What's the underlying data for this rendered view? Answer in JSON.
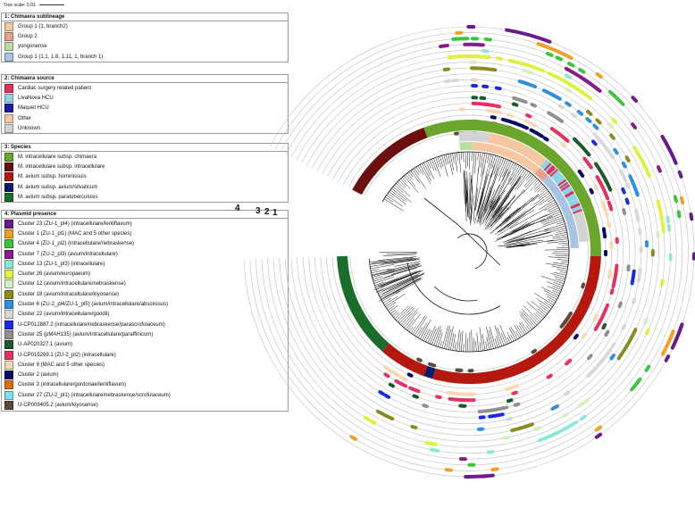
{
  "scale_label": "Tree scale: 0.01",
  "legends": [
    {
      "title": "1: Chimaera sublineage",
      "items": [
        {
          "label": "Group 1 (1, branch2)",
          "color": "#f5c7a0"
        },
        {
          "label": "Group 2",
          "color": "#e8a091"
        },
        {
          "label": "yongonense",
          "color": "#b8dfa0"
        },
        {
          "label": "Group 1 (1.1, 1.8, 1.11, 1, branch 1)",
          "color": "#a8c4e4"
        }
      ]
    },
    {
      "title": "2: Chimaera source",
      "items": [
        {
          "label": "Cardiac surgery related patient",
          "color": "#e0315a"
        },
        {
          "label": "LivaNova HCU",
          "color": "#8fd3e8"
        },
        {
          "label": "Maquet HCU",
          "color": "#1e1aa8"
        },
        {
          "label": "Other",
          "color": "#f5c7a0"
        },
        {
          "label": "Unknown",
          "color": "#d3d3d3"
        }
      ]
    },
    {
      "title": "3: Species",
      "items": [
        {
          "label": "M. intracellulare subsp. chimaera",
          "color": "#6aa62d"
        },
        {
          "label": "M. intracellulare subsp. intracellulare",
          "color": "#6b0f0f"
        },
        {
          "label": "M. avium subsp. hominissuis",
          "color": "#b5180f"
        },
        {
          "label": "M. avium subsp. avium/silvaticum",
          "color": "#0a1a70"
        },
        {
          "label": "M. avium subsp. paratuberculosis",
          "color": "#1a6e2a"
        }
      ]
    },
    {
      "title": "4: Plasmid presence",
      "items": [
        {
          "label": "Cluster 23 (ZU-1_pl4) (intracellulare/lentiflavum)",
          "color": "#6a1a8a"
        },
        {
          "label": "Cluster 1 (ZU-1_pl1) (MAC and 5 other species)",
          "color": "#f0a020"
        },
        {
          "label": "Cluster 4 (ZU-1_pl2) (intracellulare/nebraskense)",
          "color": "#3cc43c"
        },
        {
          "label": "Cluster 7 (ZU-2_pl3) (avium/intracellulare)",
          "color": "#8a1a8a"
        },
        {
          "label": "Cluster 13 (ZU-1_pl3) (intracellulare)",
          "color": "#8ee8d8"
        },
        {
          "label": "Cluster 26 (avium/europaeum)",
          "color": "#e0f040"
        },
        {
          "label": "Cluster 12 (avium/intracellulare/nebraskense)",
          "color": "#d0f0c0"
        },
        {
          "label": "Cluster 18 (avium/intracellulare/kiyosense)",
          "color": "#8a8a20"
        },
        {
          "label": "Cluster 6 (ZU-2_pl4/ZU-1_pl5) (avium/intracellulare/abscessus)",
          "color": "#3090e0"
        },
        {
          "label": "Cluster 22 (avium/intracellulare/goodii)",
          "color": "#d8d8d8"
        },
        {
          "label": "U-CP012887.2 (intracellulare/nebraskense/parascrofulaceum)",
          "color": "#1a2ae0"
        },
        {
          "label": "Cluster 25 (pMAH135) (avium/intracellulare/paraffinicum)",
          "color": "#909090"
        },
        {
          "label": "U-AP020327.1 (avium)",
          "color": "#1a5a2a"
        },
        {
          "label": "U-CP015269.1 (ZU-2_pl2) (intracellulare)",
          "color": "#e83060"
        },
        {
          "label": "Cluster 9 (MAC and 5 other species)",
          "color": "#f8d8b0"
        },
        {
          "label": "Cluster 2 (avium)",
          "color": "#0a0a60"
        },
        {
          "label": "Cluster 3 (intracellulare/gordonae/lentiflavum)",
          "color": "#e06a10"
        },
        {
          "label": "Cluster 27 (ZU-2_pl1) (intracellulare/nebraskense/scrofulaceum)",
          "color": "#7ae0f0"
        },
        {
          "label": "U-CP009405.2 (avium/kiyosense)",
          "color": "#5a4a3a"
        }
      ]
    }
  ],
  "ring_numbers": [
    "4",
    "3",
    "2",
    "1"
  ]
}
